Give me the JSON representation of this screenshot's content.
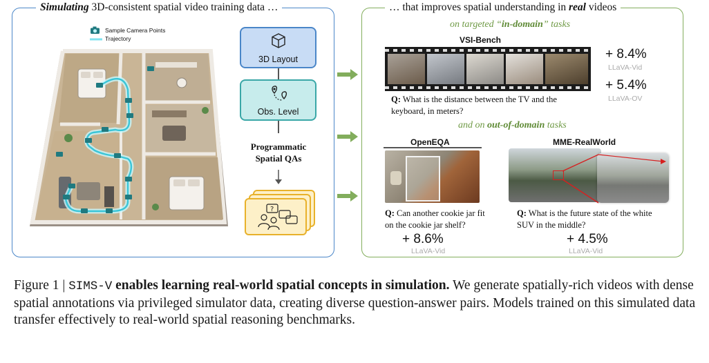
{
  "left_panel": {
    "title_em": "Simulating",
    "title_rest": " 3D-consistent spatial video training data …",
    "legend": {
      "camera_label": "Sample Camera Points",
      "trajectory_label": "Trajectory"
    },
    "flow": {
      "layout": "3D Layout",
      "obs": "Obs. Level",
      "prog_line1": "Programmatic",
      "prog_line2": "Spatial QAs"
    }
  },
  "right_panel": {
    "title_pre": "… that improves spatial understanding in ",
    "title_em": "real",
    "title_post": " videos",
    "in_domain_pre": "on targeted “",
    "in_domain_em": "in-domain",
    "in_domain_post": "” tasks",
    "out_domain_pre": "and on ",
    "out_domain_em": "out-of-domain",
    "out_domain_post": " tasks",
    "vsi": {
      "title": "VSI-Bench",
      "q_label": "Q:",
      "question": " What is the distance between the TV and the keyboard, in meters?",
      "gain1": "+ 8.4%",
      "model1": "LLaVA-Vid",
      "gain2": "+ 5.4%",
      "model2": "LLaVA-OV"
    },
    "openeqa": {
      "title": "OpenEQA",
      "q_label": "Q:",
      "question": " Can another cookie jar fit on the cookie jar shelf?",
      "gain": "+ 8.6%",
      "model": "LLaVA-Vid"
    },
    "mme": {
      "title": "MME-RealWorld",
      "q_label": "Q:",
      "question": " What is the future state of the white SUV in the middle?",
      "gain": "+ 4.5%",
      "model": "LLaVA-Vid"
    }
  },
  "caption": {
    "prefix": "Figure 1 | ",
    "name": "SIMS-V",
    "bold": " enables learning real-world spatial concepts in simulation.",
    "body": " We generate spatially-rich videos with dense spatial annotations via privileged simulator data, creating diverse question-answer pairs. Models trained on this simulated data transfer effectively to real-world spatial reasoning benchmarks."
  },
  "colors": {
    "blue": "#4a86c8",
    "green": "#82ad5c",
    "teal": "#3aa7a7",
    "yellow": "#e8b12a",
    "trajectory": "#7fe3ef"
  }
}
